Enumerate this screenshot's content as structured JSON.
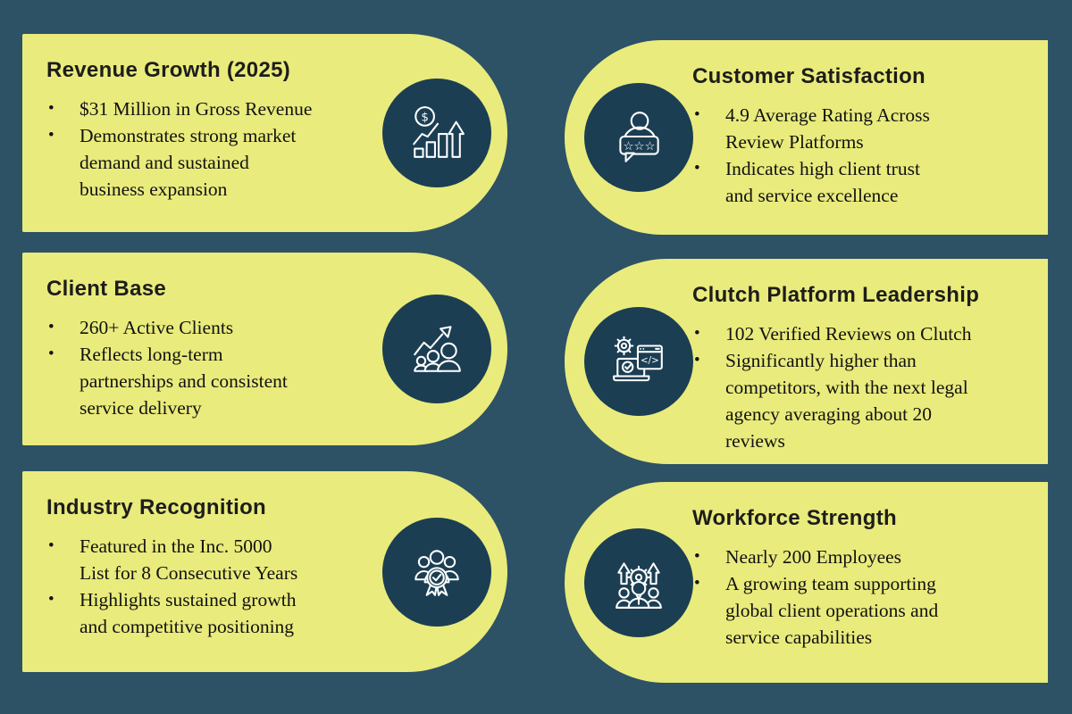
{
  "colors": {
    "background": "#2d5165",
    "card": "#e9eb7c",
    "icon_circle": "#1b3e53",
    "icon_stroke": "#ffffff",
    "title_text": "#1d1d1b",
    "body_text": "#121212"
  },
  "bullet_char": "•",
  "cards": [
    {
      "id": "revenue-growth",
      "side": "left",
      "title": "Revenue Growth (2025)",
      "icon": "dollar-bar-chart-icon",
      "bullets": [
        "$31 Million in Gross Revenue",
        "Demonstrates strong market\ndemand and sustained\nbusiness expansion"
      ]
    },
    {
      "id": "customer-satisfaction",
      "side": "right",
      "title": "Customer Satisfaction",
      "icon": "person-review-stars-icon",
      "bullets": [
        "4.9 Average Rating Across\nReview Platforms",
        "Indicates high client trust\nand service excellence"
      ]
    },
    {
      "id": "client-base",
      "side": "left",
      "title": "Client Base",
      "icon": "growth-arrow-people-icon",
      "bullets": [
        "260+ Active Clients",
        "Reflects long-term\npartnerships and consistent\nservice delivery"
      ]
    },
    {
      "id": "clutch-platform-leadership",
      "side": "right",
      "title": "Clutch Platform Leadership",
      "icon": "laptop-code-gear-icon",
      "bullets": [
        "102 Verified Reviews on Clutch",
        "Significantly higher than\ncompetitors, with the next legal\nagency averaging about 20\nreviews"
      ]
    },
    {
      "id": "industry-recognition",
      "side": "left",
      "title": "Industry Recognition",
      "icon": "team-award-badge-icon",
      "bullets": [
        "Featured in the Inc. 5000\nList for 8 Consecutive Years",
        "Highlights sustained growth\nand competitive positioning"
      ]
    },
    {
      "id": "workforce-strength",
      "side": "right",
      "title": "Workforce Strength",
      "icon": "team-gear-arrows-icon",
      "bullets": [
        "Nearly 200 Employees",
        "A growing team supporting\nglobal client operations and\nservice capabilities"
      ]
    }
  ]
}
